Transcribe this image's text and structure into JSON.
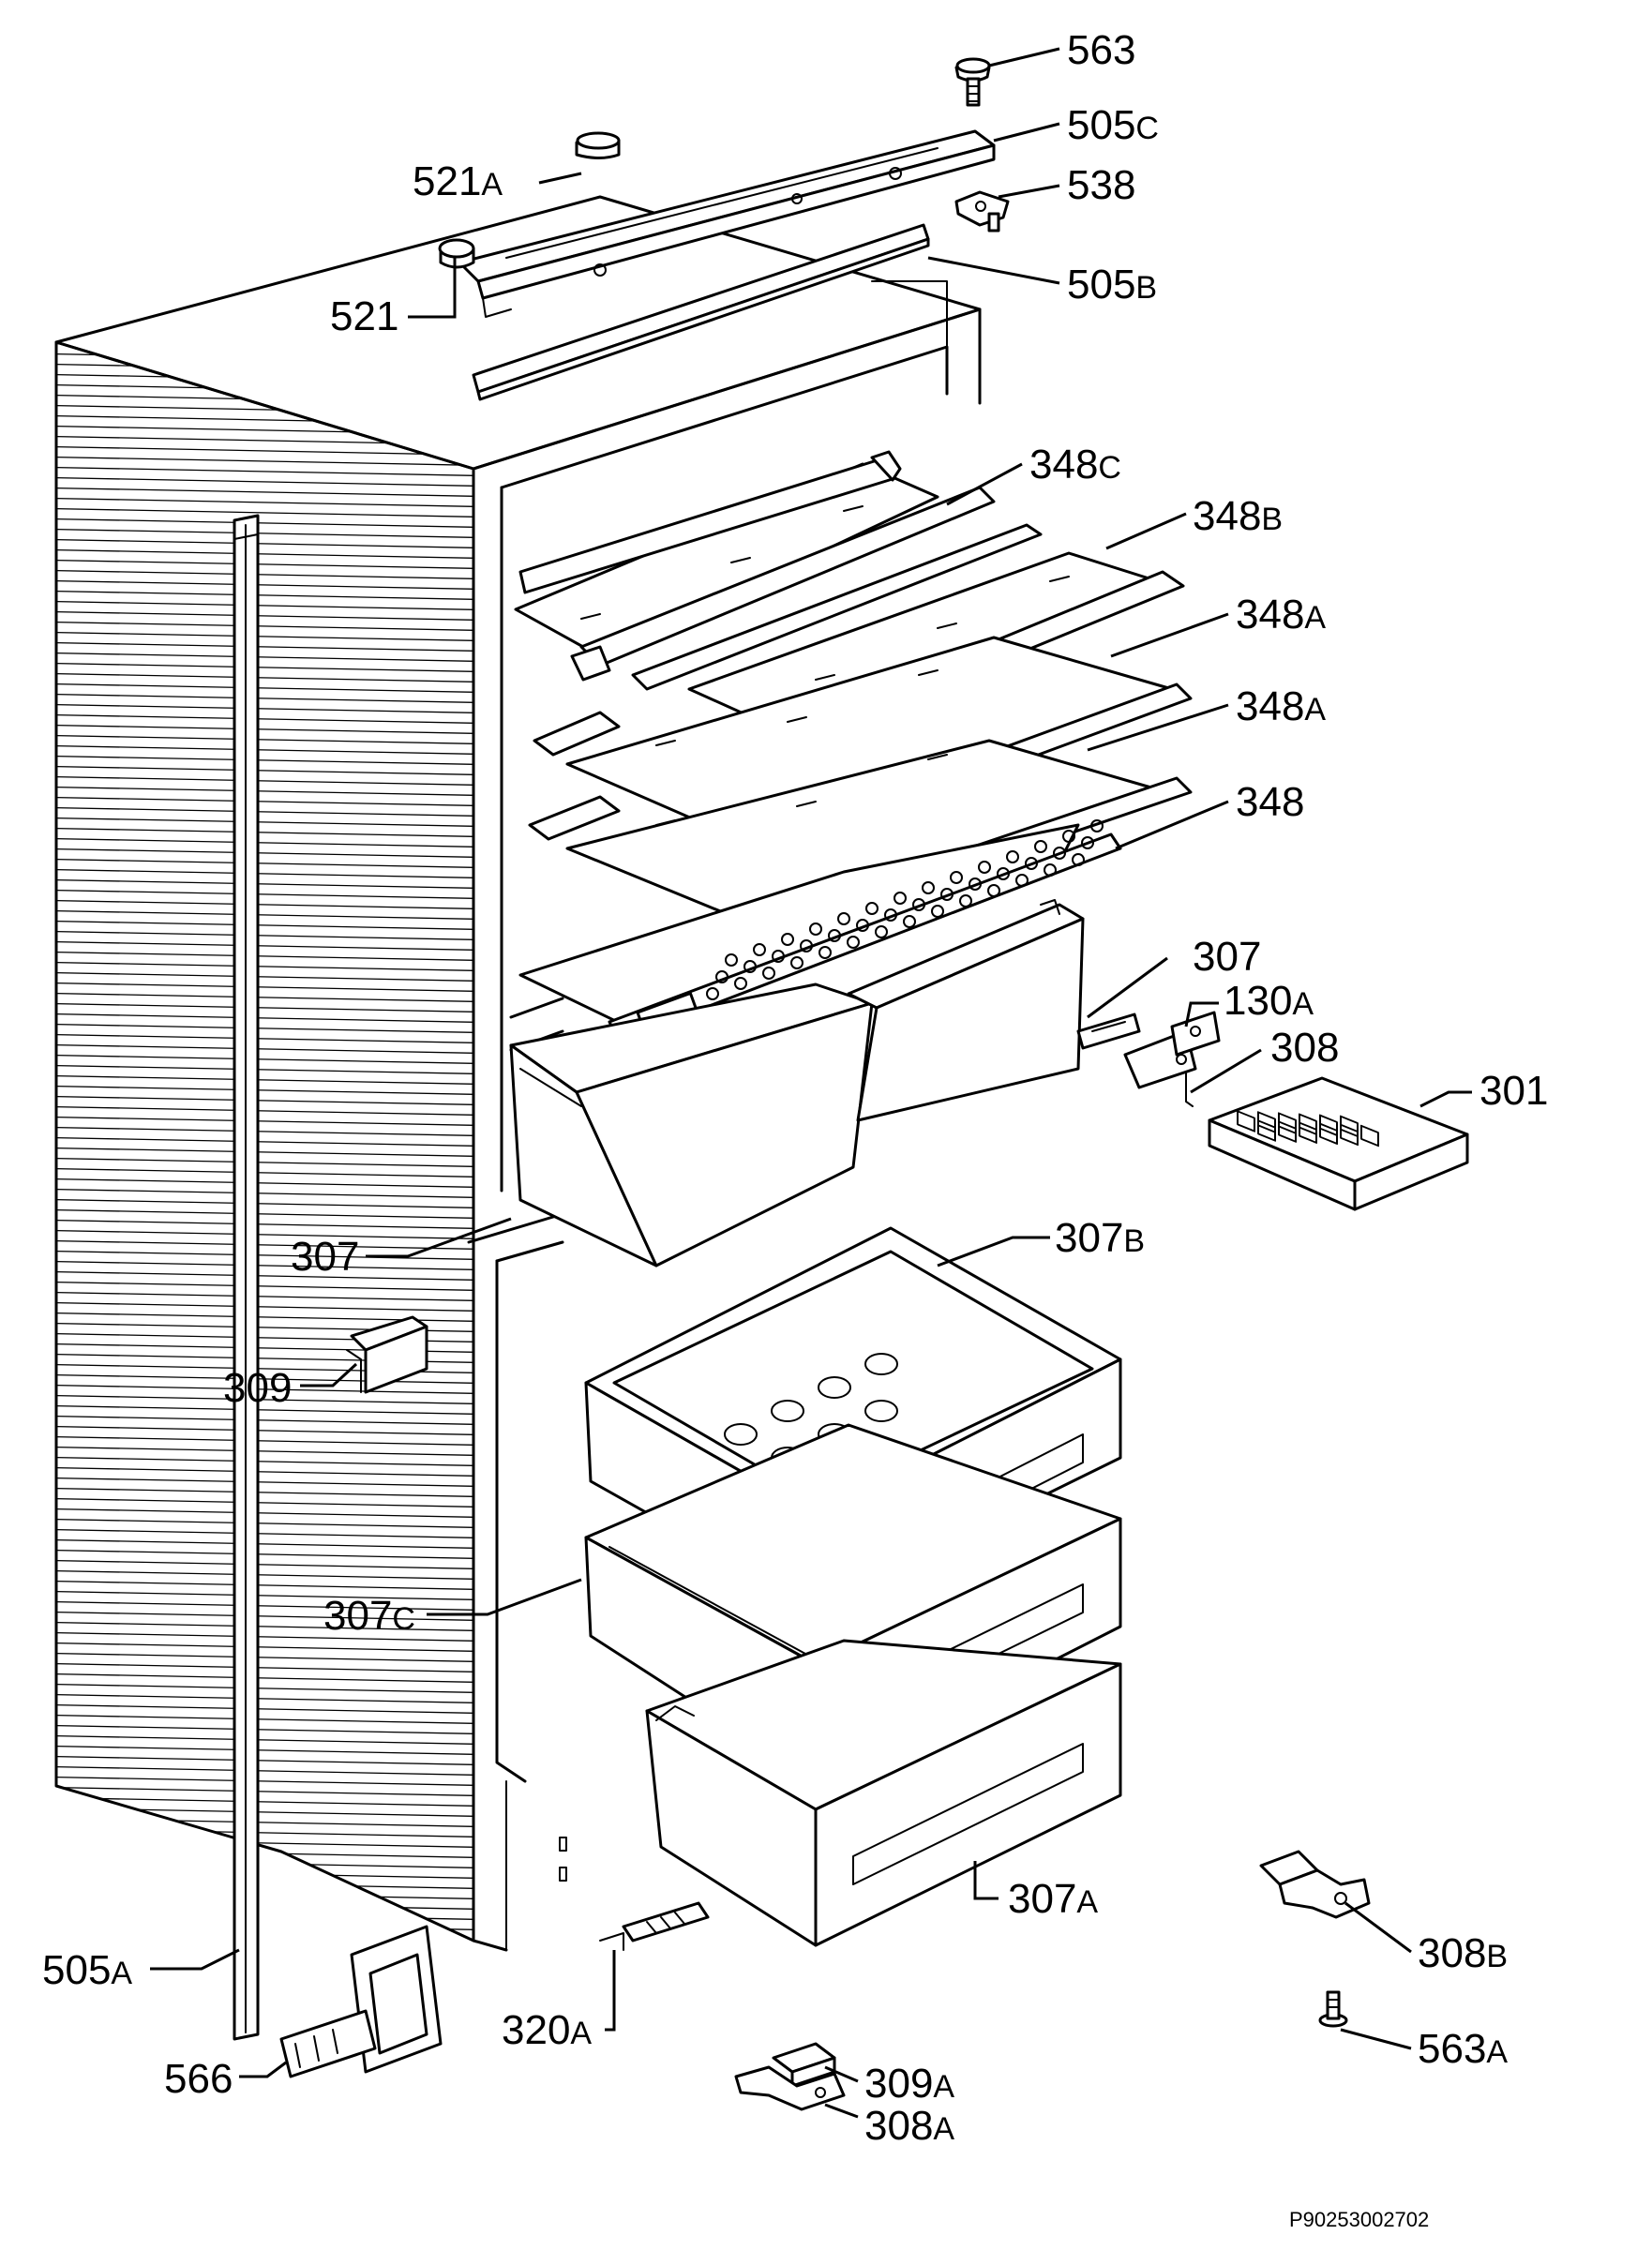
{
  "drawing_code": "P90253002702",
  "parts": [
    {
      "id": "part-563",
      "number": "563",
      "suffix": ""
    },
    {
      "id": "part-505c",
      "number": "505",
      "suffix": "C"
    },
    {
      "id": "part-521a",
      "number": "521",
      "suffix": "A"
    },
    {
      "id": "part-538",
      "number": "538",
      "suffix": ""
    },
    {
      "id": "part-505b",
      "number": "505",
      "suffix": "B"
    },
    {
      "id": "part-521",
      "number": "521",
      "suffix": ""
    },
    {
      "id": "part-348c",
      "number": "348",
      "suffix": "C"
    },
    {
      "id": "part-348b",
      "number": "348",
      "suffix": "B"
    },
    {
      "id": "part-348a-upper",
      "number": "348",
      "suffix": "A"
    },
    {
      "id": "part-348a-lower",
      "number": "348",
      "suffix": "A"
    },
    {
      "id": "part-348",
      "number": "348",
      "suffix": ""
    },
    {
      "id": "part-307-right",
      "number": "307",
      "suffix": ""
    },
    {
      "id": "part-130a",
      "number": "130",
      "suffix": "A"
    },
    {
      "id": "part-308",
      "number": "308",
      "suffix": ""
    },
    {
      "id": "part-301",
      "number": "301",
      "suffix": ""
    },
    {
      "id": "part-307-left",
      "number": "307",
      "suffix": ""
    },
    {
      "id": "part-307b",
      "number": "307",
      "suffix": "B"
    },
    {
      "id": "part-309",
      "number": "309",
      "suffix": ""
    },
    {
      "id": "part-307c",
      "number": "307",
      "suffix": "C"
    },
    {
      "id": "part-307a",
      "number": "307",
      "suffix": "A"
    },
    {
      "id": "part-308b",
      "number": "308",
      "suffix": "B"
    },
    {
      "id": "part-505a",
      "number": "505",
      "suffix": "A"
    },
    {
      "id": "part-320a",
      "number": "320",
      "suffix": "A"
    },
    {
      "id": "part-563a",
      "number": "563",
      "suffix": "A"
    },
    {
      "id": "part-566",
      "number": "566",
      "suffix": ""
    },
    {
      "id": "part-309a",
      "number": "309",
      "suffix": "A"
    },
    {
      "id": "part-308a",
      "number": "308",
      "suffix": "A"
    }
  ]
}
